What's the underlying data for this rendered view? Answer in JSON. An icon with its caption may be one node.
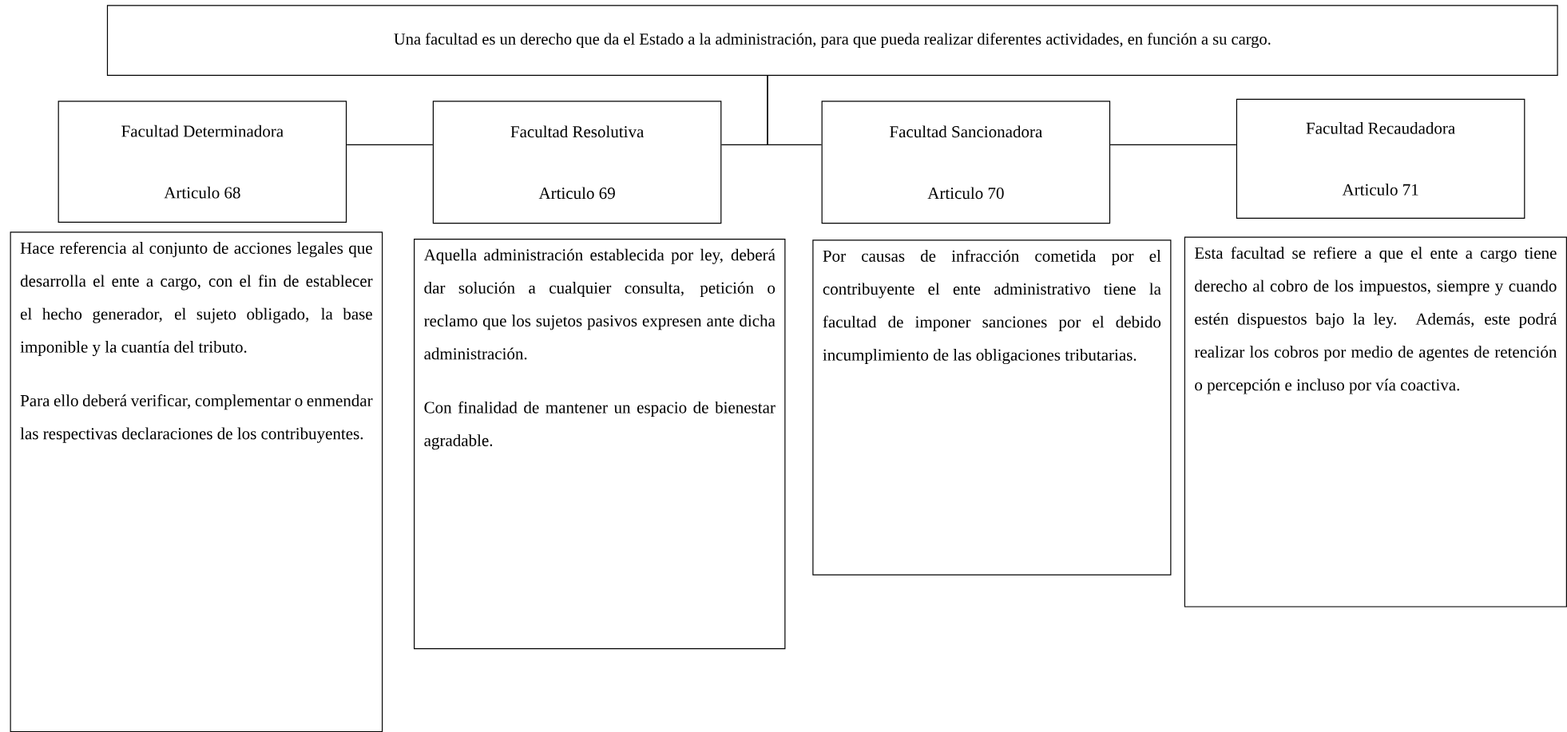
{
  "diagram": {
    "nodes": [
      {
        "text": [
          "Una facultad es un derecho que da el Estado a la administración, para que pueda realizar diferentes actividades, en función a su cargo."
        ]
      },
      {
        "text": [
          "Facultad Determinadora",
          "Articulo 68"
        ]
      },
      {
        "text": [
          "Facultad Resolutiva",
          "Articulo 69"
        ]
      },
      {
        "text": [
          "Facultad Sancionadora",
          "Articulo 70"
        ]
      },
      {
        "text": [
          "Facultad Recaudadora",
          "Articulo 71"
        ]
      },
      {
        "text": [
          "Hace referencia al conjunto de acciones legales que desarrolla el ente a cargo, con el fin de establecer el hecho generador, el sujeto obligado, la base imponible y la cuantía del tributo.",
          "Para ello deberá verificar, complementar o enmendar las respectivas declaraciones de los contribuyentes."
        ]
      },
      {
        "text": [
          "Aquella administración establecida por ley, deberá dar solución a cualquier consulta, petición o reclamo que los sujetos pasivos expresen ante dicha administración.",
          "Con finalidad de mantener un espacio de bienestar agradable."
        ]
      },
      {
        "text": [
          "Por causas de infracción cometida por el contribuyente el ente administrativo tiene la facultad de imponer sanciones por el debido incumplimiento de las obligaciones tributarias."
        ]
      },
      {
        "text": [
          "Esta facultad se refiere a que el ente a cargo tiene derecho al cobro de los impuestos, siempre y cuando estén dispuestos bajo la ley. Además, este podrá realizar los cobros por medio de agentes de retención o percepción e incluso por vía coactiva."
        ]
      }
    ],
    "edges": [
      {
        "from": 0,
        "to": 2,
        "arrow": "none"
      },
      {
        "from": 0,
        "to": 3,
        "arrow": "none"
      },
      {
        "from": 1,
        "to": 2,
        "arrow": "none"
      },
      {
        "from": 3,
        "to": 4,
        "arrow": "none"
      }
    ]
  }
}
